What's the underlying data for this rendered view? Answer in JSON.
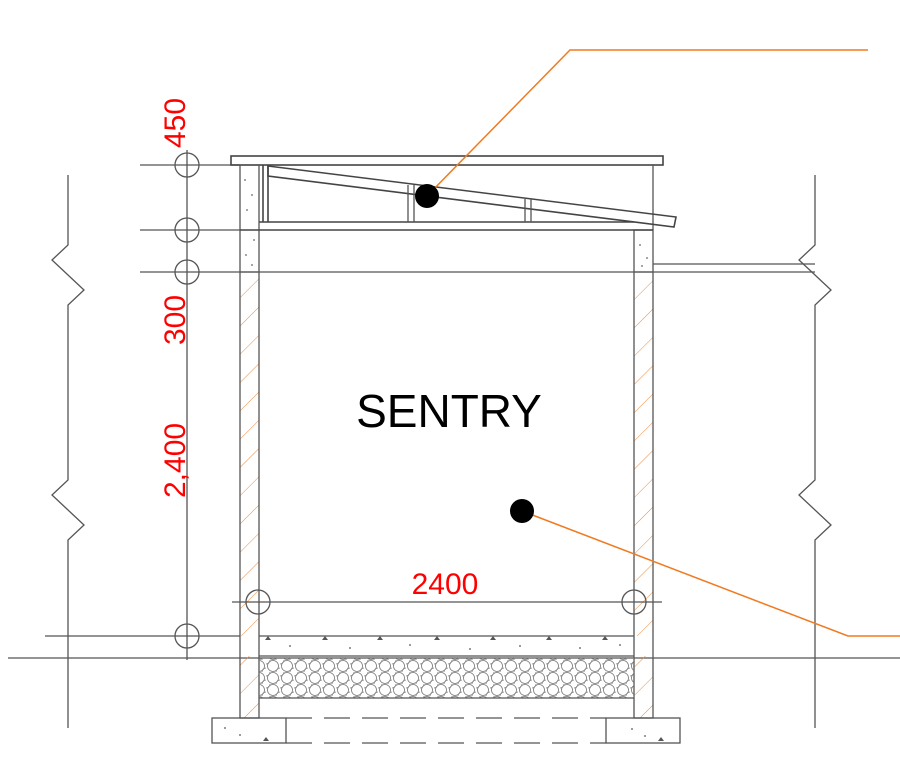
{
  "room": {
    "name": "SENTRY"
  },
  "dimensions": {
    "roof_height": "450",
    "beam_height": "300",
    "wall_height": "2,400",
    "width": "2400"
  },
  "colors": {
    "dimension_text": "#ff0000",
    "leader_line": "#f07a20",
    "wall_hatch": "#f08a3c",
    "drawing_line": "#555555"
  },
  "icons": {
    "callout_marker": "filled-circle",
    "grid_marker": "open-circle",
    "wall_break": "zigzag-break"
  }
}
